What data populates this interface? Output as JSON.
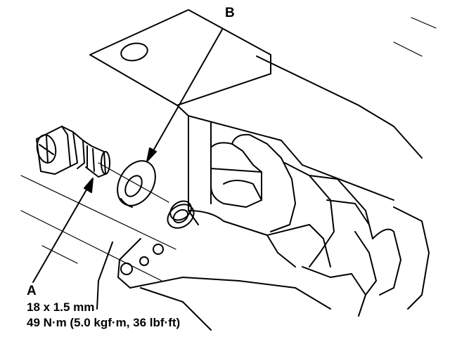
{
  "callouts": {
    "A": {
      "letter": "A",
      "size": "18 x 1.5 mm",
      "torque": "49 N·m (5.0 kgf·m, 36 lbf·ft)"
    },
    "B": {
      "letter": "B"
    }
  },
  "colors": {
    "ink": "#000000",
    "paper": "#ffffff"
  }
}
